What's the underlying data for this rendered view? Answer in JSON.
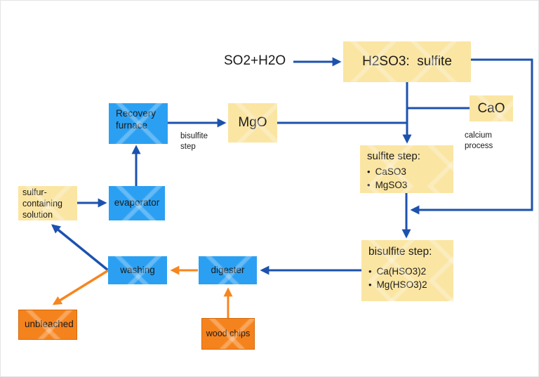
{
  "colors": {
    "box_yellow": "#FAE5A3",
    "box_blue": "#2BA0F2",
    "box_orange": "#F5831D",
    "arrow_blue": "#1C52AE",
    "arrow_orange": "#F6861F",
    "ink": "#1A1A1A",
    "canvas": "#FFFFFF"
  },
  "bullet": "•",
  "nodes": {
    "so2": {
      "label": "SO2+H2O"
    },
    "h2so3": {
      "label": "H2SO3:  sulfite"
    },
    "cao": {
      "label": "CaO"
    },
    "calcium_process": {
      "label": "calcium\nprocess"
    },
    "mgo": {
      "label": "MgO"
    },
    "recovery_furnace": {
      "label": "Recovery\nfurnace"
    },
    "bisulfite_step_note": {
      "label": "bisulfite\nstep"
    },
    "sulfite_step": {
      "title": "sulfite step:",
      "items": [
        "CaSO3",
        "MgSO3"
      ]
    },
    "evaporator": {
      "label": "evaporator"
    },
    "sulfur_solution": {
      "label": "sulfur-\ncontaining\nsolution"
    },
    "bisulfite_step": {
      "title": "bisulfite step:",
      "items": [
        "Ca(HSO3)2",
        "Mg(HSO3)2"
      ]
    },
    "washing": {
      "label": "washing"
    },
    "digester": {
      "label": "digester"
    },
    "unbleached": {
      "label": "unbleached"
    },
    "wood_chips": {
      "label": "wood chips"
    }
  },
  "edges": [
    {
      "from": "so2",
      "to": "h2so3",
      "color": "blue"
    },
    {
      "from": "h2so3",
      "to": "sulfite_step",
      "color": "blue"
    },
    {
      "from": "cao",
      "to": "sulfite_step",
      "color": "blue"
    },
    {
      "from": "mgo",
      "to": "sulfite_step",
      "color": "blue"
    },
    {
      "from": "recovery_furnace",
      "to": "mgo",
      "color": "blue"
    },
    {
      "from": "evaporator",
      "to": "recovery_furnace",
      "color": "blue"
    },
    {
      "from": "sulfur_solution",
      "to": "evaporator",
      "color": "blue"
    },
    {
      "from": "h2so3",
      "to": "bisulfite_step",
      "color": "blue"
    },
    {
      "from": "sulfite_step",
      "to": "bisulfite_step",
      "color": "blue"
    },
    {
      "from": "bisulfite_step",
      "to": "digester",
      "color": "blue"
    },
    {
      "from": "digester",
      "to": "washing",
      "color": "orange"
    },
    {
      "from": "wood_chips",
      "to": "digester",
      "color": "orange"
    },
    {
      "from": "washing",
      "to": "sulfur_solution",
      "color": "blue"
    },
    {
      "from": "washing",
      "to": "unbleached",
      "color": "orange"
    }
  ]
}
